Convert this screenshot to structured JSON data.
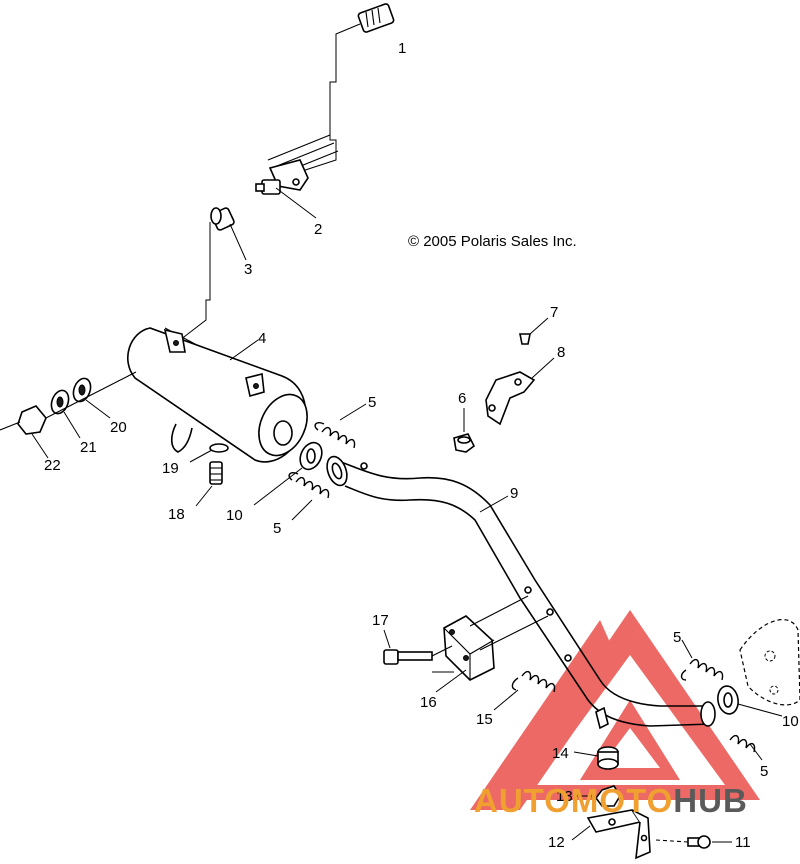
{
  "copyright": "© 2005 Polaris Sales Inc.",
  "callouts": [
    {
      "id": "c1",
      "label": "1"
    },
    {
      "id": "c2",
      "label": "2"
    },
    {
      "id": "c3",
      "label": "3"
    },
    {
      "id": "c4",
      "label": "4"
    },
    {
      "id": "c5a",
      "label": "5"
    },
    {
      "id": "c5b",
      "label": "5"
    },
    {
      "id": "c5c",
      "label": "5"
    },
    {
      "id": "c5d",
      "label": "5"
    },
    {
      "id": "c6",
      "label": "6"
    },
    {
      "id": "c7",
      "label": "7"
    },
    {
      "id": "c8",
      "label": "8"
    },
    {
      "id": "c9",
      "label": "9"
    },
    {
      "id": "c10a",
      "label": "10"
    },
    {
      "id": "c10b",
      "label": "10"
    },
    {
      "id": "c11",
      "label": "11"
    },
    {
      "id": "c12",
      "label": "12"
    },
    {
      "id": "c13",
      "label": "13"
    },
    {
      "id": "c14",
      "label": "14"
    },
    {
      "id": "c15",
      "label": "15"
    },
    {
      "id": "c16",
      "label": "16"
    },
    {
      "id": "c17",
      "label": "17"
    },
    {
      "id": "c18",
      "label": "18"
    },
    {
      "id": "c19",
      "label": "19"
    },
    {
      "id": "c20",
      "label": "20"
    },
    {
      "id": "c21",
      "label": "21"
    },
    {
      "id": "c22",
      "label": "22"
    }
  ],
  "watermark": {
    "part1": "AUTO",
    "part2": "MOTO",
    "part3": "HUB",
    "color_primary": "#f0a030",
    "color_secondary": "#5a5a5a",
    "logo_color": "#e8403a"
  }
}
